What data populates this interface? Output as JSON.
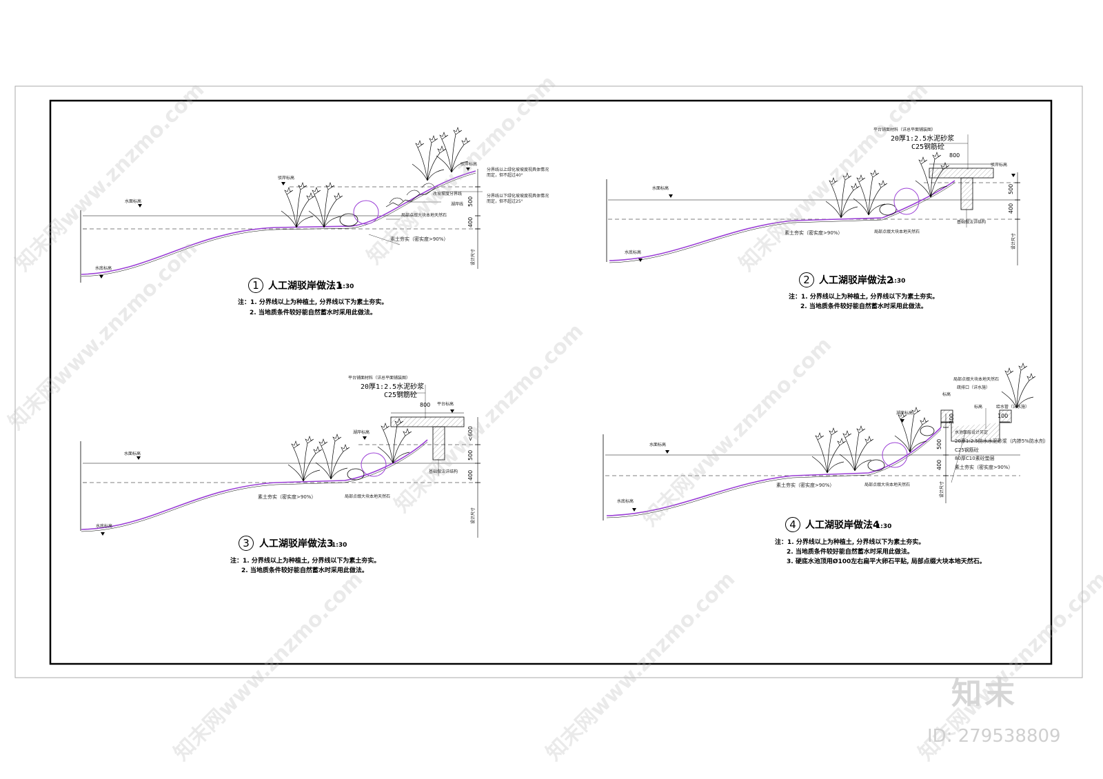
{
  "colors": {
    "profile": "#9b3fd6",
    "line": "#000000",
    "hatch": "#888888",
    "watermark": "#cfcfcf"
  },
  "sections": [
    {
      "num": "1",
      "title": "人工湖驳岸做法1",
      "scale": "1:30",
      "notes": [
        "注：1. 分界线以上为种植土, 分界线以下为素土夯实。",
        "2. 当地质条件较好能自然蓄水时采用此做法。"
      ],
      "labels": {
        "water_level": "水面标高",
        "bottom_level": "水底标高",
        "shore_level": "驳岸标高",
        "top_level": "驳岸标高",
        "slope_line": "改坡坡度分界线",
        "shore_line": "湖岸线",
        "rock": "局部点缀大块本地天然石",
        "soil": "素土夯实（密实度>90%）",
        "note_upper": "分界线以上绿化坡坡度视具体情况而定，但不超过40°",
        "note_lower": "分界线以下绿化坡坡度视具体情况而定，但不超过25°",
        "dim_vertical": "设计尺寸"
      },
      "dims": [
        "500",
        "400"
      ]
    },
    {
      "num": "2",
      "title": "人工湖驳岸做法2",
      "scale": "1:30",
      "notes": [
        "注：1. 分界线以上为种植土, 分界线以下为素土夯实。",
        "2. 当地质条件较好能自然蓄水时采用此做法。"
      ],
      "labels": {
        "water_level": "水面标高",
        "bottom_level": "水底标高",
        "platform_material": "平台铺面材料（详总平面铺装图）",
        "mortar": "20厚1:2.5水泥砂浆",
        "concrete": "C25钢筋砼",
        "top_level": "驳岸标高",
        "rock": "局部点缀大块本地天然石",
        "soil": "素土夯实（密实度>90%）",
        "foundation": "基础做法详结构",
        "dim_vertical": "设计尺寸"
      },
      "dims": [
        "800",
        "500",
        "400"
      ]
    },
    {
      "num": "3",
      "title": "人工湖驳岸做法3",
      "scale": "1:30",
      "notes": [
        "注：1. 分界线以上为种植土, 分界线以下为素土夯实。",
        "2. 当地质条件较好能自然蓄水时采用此做法。"
      ],
      "labels": {
        "water_level": "水面标高",
        "bottom_level": "水底标高",
        "platform_material": "平台铺面材料（详总平面铺装图）",
        "mortar": "20厚1:2.5水泥砂浆",
        "concrete": "C25钢筋砼",
        "platform_level": "平台标高",
        "shore_level": "湖岸标高",
        "rock": "局部点缀大块本地天然石",
        "soil": "素土夯实（密实度>90%）",
        "foundation": "基础做法详结构",
        "dim_vertical": "设计尺寸"
      },
      "dims": [
        "800",
        "<600",
        "500",
        "400"
      ]
    },
    {
      "num": "4",
      "title": "人工湖驳岸做法4",
      "scale": "1:30",
      "notes": [
        "注：1. 分界线以上为种植土, 分界线以下为素土夯实。",
        "2. 当地质条件较好能自然蓄水时采用此做法。",
        "3. 硬底水池顶用Ø100左右扁平大卵石平贴, 局部点缀大块本地天然石。"
      ],
      "labels": {
        "water_level": "水面标高",
        "bottom_level": "水底标高",
        "shore_level": "湖岸标高",
        "rock_top": "局部点缀大块本地天然石",
        "drain": "疏排口（详水施）",
        "pipe": "给水管（详水施）",
        "mark": "标高",
        "waterproof": "水池面层设计另定",
        "mortar": "20厚1:2.5防水水泥砂浆（内掺5%防水剂）",
        "concrete": "C25钢筋砼",
        "base": "80厚C10素砼垫层",
        "soil_r": "素土夯实（密实度>90%）",
        "soil": "素土夯实（密实度>90%）",
        "rock": "局部点缀大块本地天然石",
        "dim_vertical": "设计尺寸"
      },
      "dims": [
        "300",
        "100",
        "500",
        "400"
      ]
    }
  ],
  "brand": {
    "name": "知末",
    "id": "ID: 279538809"
  },
  "watermark": "知末网www.znzmo.com"
}
